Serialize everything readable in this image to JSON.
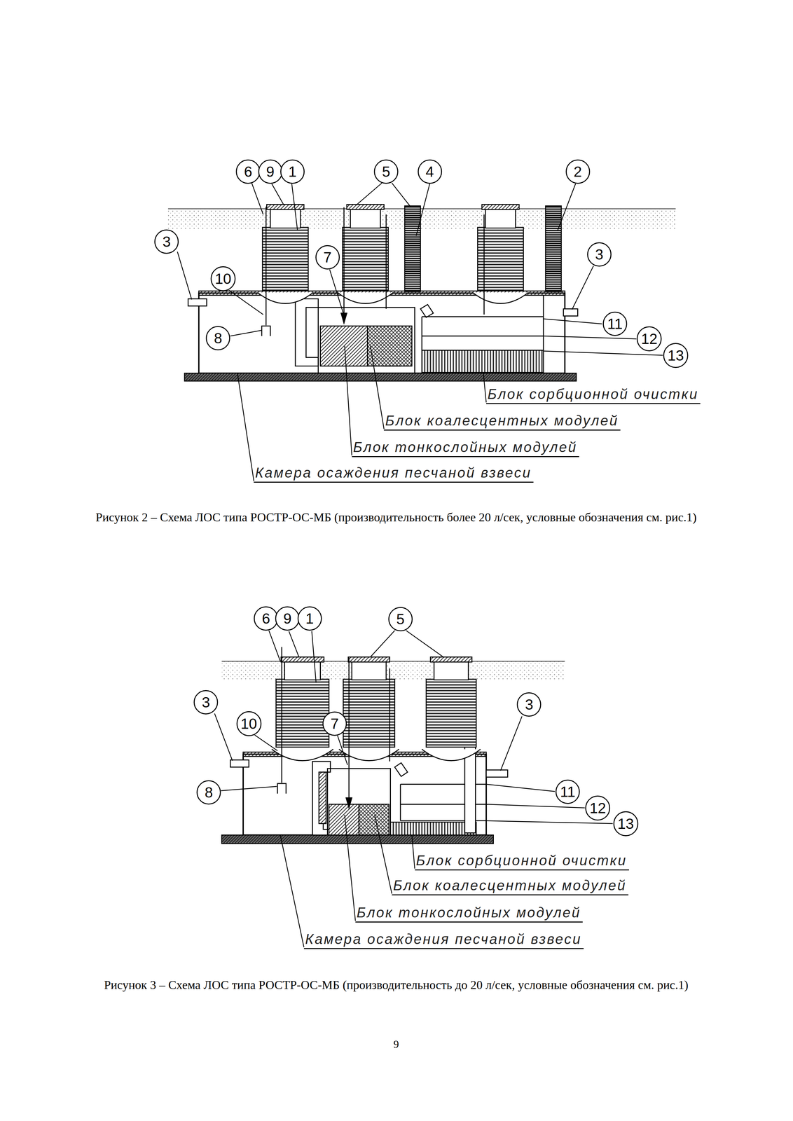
{
  "diagram": {
    "nodes": [
      {
        "text": [
          "6"
        ]
      },
      {
        "text": [
          "9"
        ]
      },
      {
        "text": [
          "1"
        ]
      },
      {
        "text": [
          "5"
        ]
      },
      {
        "text": [
          "4"
        ]
      },
      {
        "text": [
          "2"
        ]
      },
      {
        "text": [
          "3"
        ]
      },
      {
        "text": [
          "3"
        ]
      },
      {
        "text": [
          "10"
        ]
      },
      {
        "text": [
          "7"
        ]
      },
      {
        "text": [
          "8"
        ]
      },
      {
        "text": [
          "11"
        ]
      },
      {
        "text": [
          "12"
        ]
      },
      {
        "text": [
          "13"
        ]
      },
      {
        "text": [
          "6"
        ]
      },
      {
        "text": [
          "9"
        ]
      },
      {
        "text": [
          "1"
        ]
      },
      {
        "text": [
          "5"
        ]
      },
      {
        "text": [
          "3"
        ]
      },
      {
        "text": [
          "3"
        ]
      },
      {
        "text": [
          "10"
        ]
      },
      {
        "text": [
          "7"
        ]
      },
      {
        "text": [
          "8"
        ]
      },
      {
        "text": [
          "11"
        ]
      },
      {
        "text": [
          "12"
        ]
      },
      {
        "text": [
          "13"
        ]
      }
    ],
    "labels": [
      "Блок сорбционной очистки",
      "Блок коалесцентных модулей",
      "Блок тонкослойных модулей",
      "Камера осаждения песчаной взвеси",
      "Рисунок 2 – Схема ЛОС типа РОСТР-ОС-МБ (производительность более 20 л/сек, условные обозначения см. рис.1)",
      "Блок сорбционной очистки",
      "Блок коалесцентных модулей",
      "Блок тонкослойных модулей",
      "Камера осаждения песчаной взвеси",
      "Рисунок 3 – Схема ЛОС типа РОСТР-ОС-МБ (производительность до 20 л/сек, условные обозначения см. рис.1)",
      "9"
    ]
  }
}
